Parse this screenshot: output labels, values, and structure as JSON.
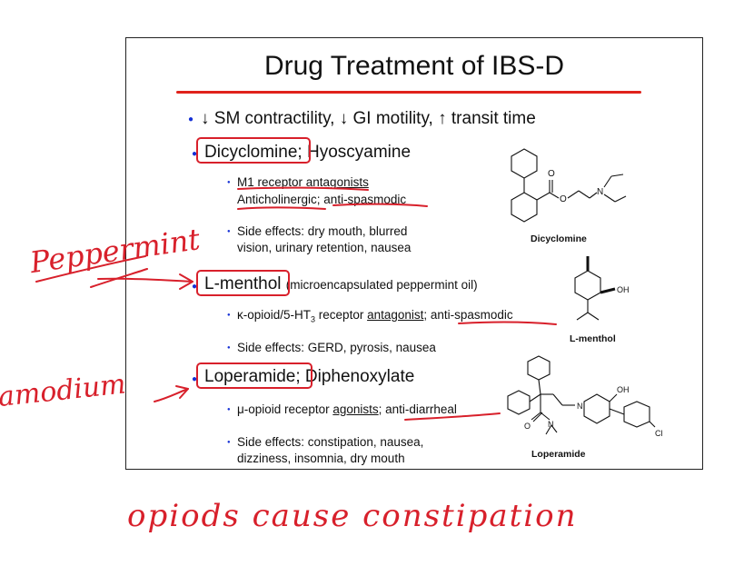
{
  "slide": {
    "title": "Drug Treatment of IBS-D",
    "bullets": {
      "b1": "↓ SM contractility, ↓ GI motility, ↑ transit time",
      "dicyclomine": {
        "name1": "Dicyclomine;",
        "name2": " Hyoscyamine",
        "m1_prefix": "M1 receptor ",
        "m1_u": "antagonists",
        "anticholinergic": "Anticholinergic; anti-spasmodic",
        "side1": "Side effects: dry mouth, blurred",
        "side2": "vision, urinary retention, nausea"
      },
      "menthol": {
        "name": "L-menthol",
        "note": "(microencapsulated peppermint oil)",
        "k1": "κ-opioid/5-HT",
        "k_sub": "3",
        "k2": " receptor ",
        "k_u": "antagonist",
        "k3": "; anti-spasmodic",
        "side": "Side effects: GERD, pyrosis, nausea"
      },
      "loperamide": {
        "name1": "Loperamide;",
        "name2": " Diphenoxylate",
        "mu1": "μ-opioid receptor ",
        "mu_u": "agonists",
        "mu2": "; anti-diarrheal",
        "side1": "Side effects: constipation, nausea,",
        "side2": "dizziness, insomnia, dry mouth"
      }
    },
    "structures": {
      "dicyclomine": "Dicyclomine",
      "menthol": "L-menthol",
      "loperamide": "Loperamide",
      "atoms": {
        "o": "O",
        "n": "N",
        "oh": "OH",
        "cl": "Cl"
      }
    }
  },
  "annotations": {
    "peppermint": "Peppermint",
    "imodium": "amodium",
    "bottom_note": "opiods cause constipation",
    "color": "#d8202b"
  }
}
